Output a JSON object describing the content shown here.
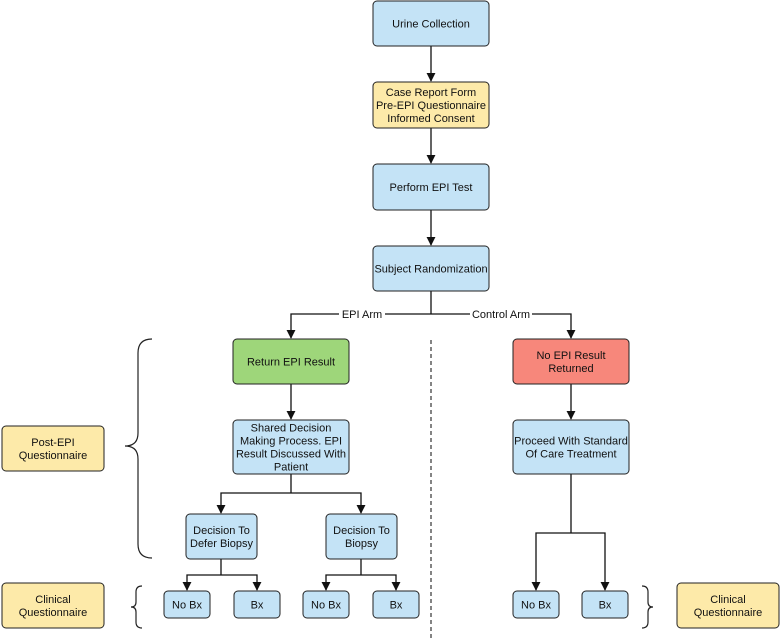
{
  "colors": {
    "blue": "#c4e3f6",
    "yellow": "#fdeaa9",
    "green": "#9ed67a",
    "red": "#f7877b"
  },
  "nodes": {
    "urine": {
      "lines": [
        "Urine Collection"
      ],
      "color": "blue"
    },
    "crf": {
      "lines": [
        "Case Report Form",
        "Pre-EPI Questionnaire",
        "Informed Consent"
      ],
      "color": "yellow"
    },
    "epi_test": {
      "lines": [
        "Perform EPI Test"
      ],
      "color": "blue"
    },
    "random": {
      "lines": [
        "Subject Randomization"
      ],
      "color": "blue"
    },
    "return_epi": {
      "lines": [
        "Return EPI Result"
      ],
      "color": "green"
    },
    "no_epi": {
      "lines": [
        "No EPI Result",
        "Returned"
      ],
      "color": "red"
    },
    "shared": {
      "lines": [
        "Shared Decision",
        "Making Process. EPI",
        "Result Discussed With",
        "Patient"
      ],
      "color": "blue"
    },
    "standard": {
      "lines": [
        "Proceed With Standard",
        "Of Care Treatment"
      ],
      "color": "blue"
    },
    "defer": {
      "lines": [
        "Decision To",
        "Defer Biopsy"
      ],
      "color": "blue"
    },
    "biopsy": {
      "lines": [
        "Decision To",
        "Biopsy"
      ],
      "color": "blue"
    },
    "nobx1": {
      "lines": [
        "No Bx"
      ],
      "color": "blue"
    },
    "bx1": {
      "lines": [
        "Bx"
      ],
      "color": "blue"
    },
    "nobx2": {
      "lines": [
        "No Bx"
      ],
      "color": "blue"
    },
    "bx2": {
      "lines": [
        "Bx"
      ],
      "color": "blue"
    },
    "nobx3": {
      "lines": [
        "No Bx"
      ],
      "color": "blue"
    },
    "bx3": {
      "lines": [
        "Bx"
      ],
      "color": "blue"
    },
    "post_epi_q": {
      "lines": [
        "Post-EPI",
        "Questionnaire"
      ],
      "color": "yellow"
    },
    "clinical_q_left": {
      "lines": [
        "Clinical",
        "Questionnaire"
      ],
      "color": "yellow"
    },
    "clinical_q_right": {
      "lines": [
        "Clinical",
        "Questionnaire"
      ],
      "color": "yellow"
    }
  },
  "edge_labels": {
    "epi_arm": "EPI Arm",
    "control_arm": "Control Arm"
  }
}
